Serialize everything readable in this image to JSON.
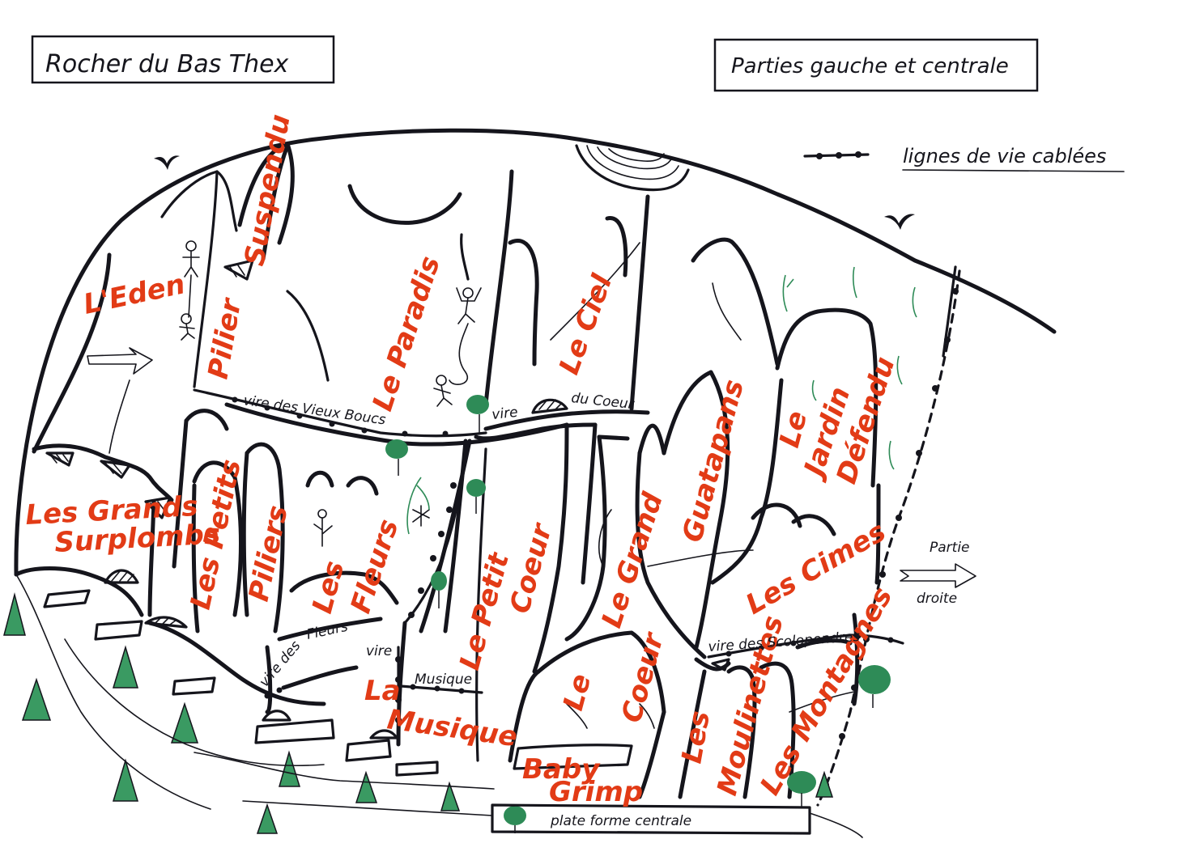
{
  "header": {
    "title": "Rocher du Bas Thex",
    "subtitle": "Parties gauche et centrale"
  },
  "legend": {
    "label": "lignes de vie cablées"
  },
  "sectors": {
    "eden": "L'Eden",
    "suspendu": "Suspendu",
    "pilier": "Pilier",
    "paradis": "Le Paradis",
    "ciel": "Le Ciel",
    "guatapans": "Guatapans",
    "jardin_le": "Le",
    "jardin": "Jardin",
    "defendu": "Défendu",
    "grands_surplombs_1": "Les Grands",
    "grands_surplombs_2": "Surplombs",
    "petits_1": "Les Petits",
    "petits_2": "Piliers",
    "fleurs_1": "Les",
    "fleurs_2": "Fleurs",
    "petit_coeur_1": "Le Petit",
    "petit_coeur_2": "Coeur",
    "grand": "Le Grand",
    "cimes": "Les Cimes",
    "coeur_1": "Le",
    "coeur_2": "Coeur",
    "musique_1": "La",
    "musique_2": "Musique",
    "moulinettes_1": "Les",
    "moulinettes_2": "Moulinettes",
    "montagnes": "Les Montagnes",
    "baby_1": "Baby",
    "baby_2": "Grimp"
  },
  "ledges": {
    "vieux_boucs": "vire des Vieux Boucs",
    "du_coeur_1": "vire",
    "du_coeur_2": "du Coeur",
    "fleurs_1": "vire des",
    "fleurs_2": "Fleurs",
    "musique_1": "vire",
    "musique_2": "Musique",
    "scolopendres": "vire des Scolopendres",
    "plateforme": "plate forme centrale"
  },
  "nav": {
    "right_1": "Partie",
    "right_2": "droite"
  },
  "colors": {
    "ink": "#15151c",
    "sector_red": "#e23b16",
    "tree_green": "#2e8b57"
  }
}
